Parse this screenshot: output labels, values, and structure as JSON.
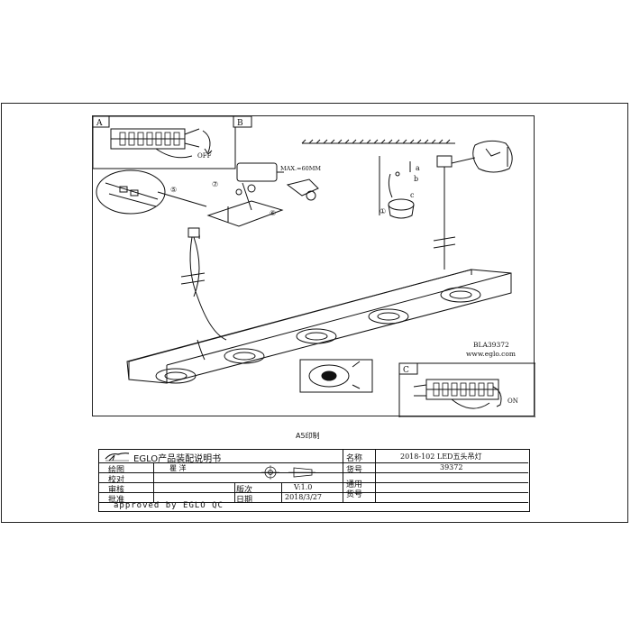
{
  "drawing": {
    "panel_a": "A",
    "panel_b": "B",
    "panel_c": "C",
    "off_label": "OFF",
    "on_label": "ON",
    "max_label": "MAX.=60MM",
    "model": "BLA39372",
    "website": "www.eglo.com",
    "callouts": {
      "n1": "①",
      "n5": "⑤",
      "n6": "⑥",
      "n7": "⑦",
      "a": "a",
      "b": "b",
      "c": "c"
    }
  },
  "print_label": "A5印制",
  "title_block": {
    "company": "EGLO产品装配说明书",
    "name_label": "名称",
    "name_value": "2018-102 LED五头吊灯",
    "drawn_label": "绘图",
    "drawn_value": "瞿 洋",
    "item_label": "货号",
    "item_value": "39372",
    "check_label": "校对",
    "review_label": "审核",
    "version_label": "版次",
    "version_value": "V:1.0",
    "general_label": "通用",
    "approve_label": "批准",
    "date_label": "日期",
    "date_value": "2018/3/27",
    "general_item_label": "货号",
    "approved_by": "approved by EGLO QC"
  }
}
